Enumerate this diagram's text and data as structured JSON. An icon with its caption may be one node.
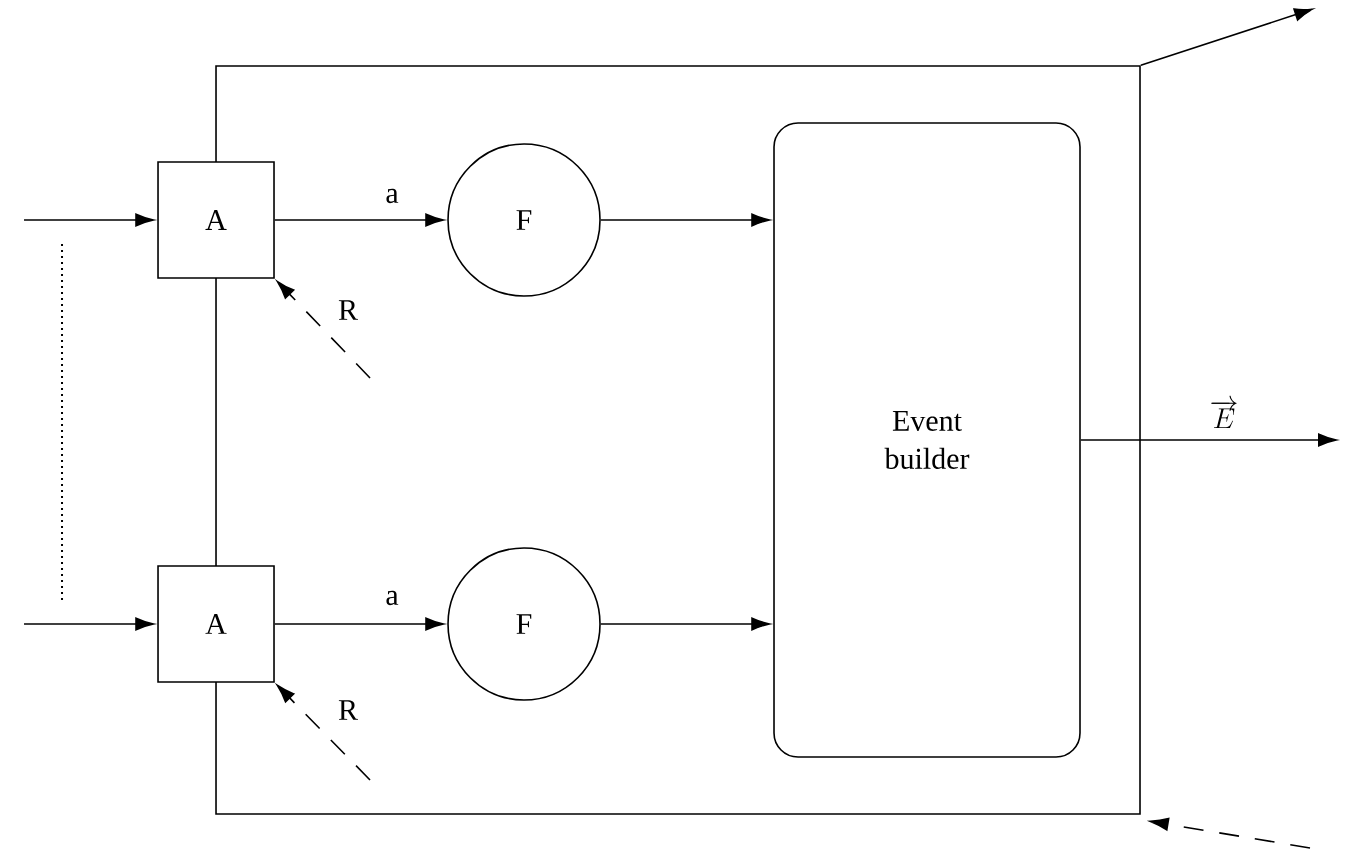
{
  "diagram": {
    "nodes": [
      {
        "text": [],
        "shape": "box"
      },
      {
        "text": [
          "A"
        ]
      },
      {
        "text": [
          "F"
        ],
        "in": 0
      },
      {
        "text": [
          "A"
        ]
      },
      {
        "text": [
          "F"
        ],
        "in": 0
      },
      {
        "text": [
          "Event builder"
        ],
        "in": 0
      }
    ],
    "edges": [
      {
        "from": null,
        "to": 1,
        "arrow": "to"
      },
      {
        "from": null,
        "to": 3,
        "arrow": "to"
      },
      {
        "from": 1,
        "to": 2,
        "arrow": "to",
        "label": "a"
      },
      {
        "from": 3,
        "to": 4,
        "arrow": "to",
        "label": "a"
      },
      {
        "from": 2,
        "to": 5,
        "arrow": "to"
      },
      {
        "from": 4,
        "to": 5,
        "arrow": "to"
      },
      {
        "from": null,
        "to": 1,
        "arrow": "to",
        "label": "R",
        "style": "dashed"
      },
      {
        "from": null,
        "to": 3,
        "arrow": "to",
        "label": "R",
        "style": "dashed"
      },
      {
        "from": 5,
        "to": null,
        "arrow": "to",
        "label": "\\overrightarrow{E}"
      },
      {
        "from": 0,
        "to": null,
        "arrow": "to"
      },
      {
        "from": null,
        "to": 0,
        "arrow": "to",
        "style": "dashed"
      }
    ]
  }
}
